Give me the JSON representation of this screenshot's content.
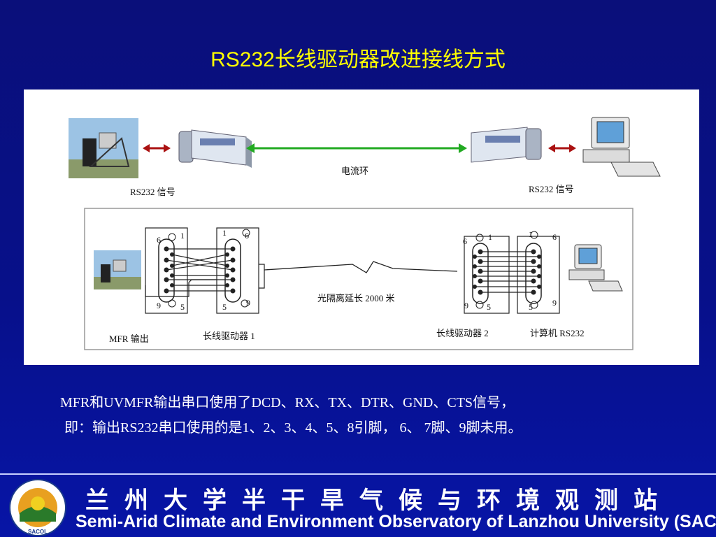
{
  "slide": {
    "title": "RS232长线驱动器改进接线方式",
    "description_line1": "MFR和UVMFR输出串口使用了DCD、RX、TX、DTR、GND、CTS信号，",
    "description_line2": "即：输出RS232串口使用的是1、2、3、4、5、8引脚， 6、 7脚、9脚未用。"
  },
  "diagram_top": {
    "left_signal_label": "RS232 信号",
    "right_signal_label": "RS232 信号",
    "current_loop_label": "电流环"
  },
  "diagram_bottom": {
    "mfr_output_label": "MFR 输出",
    "driver1_label": "长线驱动器 1",
    "driver2_label": "长线驱动器 2",
    "computer_label": "计算机 RS232",
    "distance_label": "光隔离延长 2000 米",
    "pin_labels": {
      "one": "1",
      "five": "5",
      "six": "6",
      "nine": "9"
    }
  },
  "footer": {
    "org_cn": "兰州大学半干旱气候与环境观测站",
    "org_en": "Semi-Arid Climate and Environment Observatory of Lanzhou University (SACOL)",
    "logo_text": "SACOL"
  },
  "colors": {
    "background": "#07108a",
    "title": "#ffff00",
    "current_loop_arrow": "#22aa22",
    "signal_arrow": "#aa1111"
  }
}
